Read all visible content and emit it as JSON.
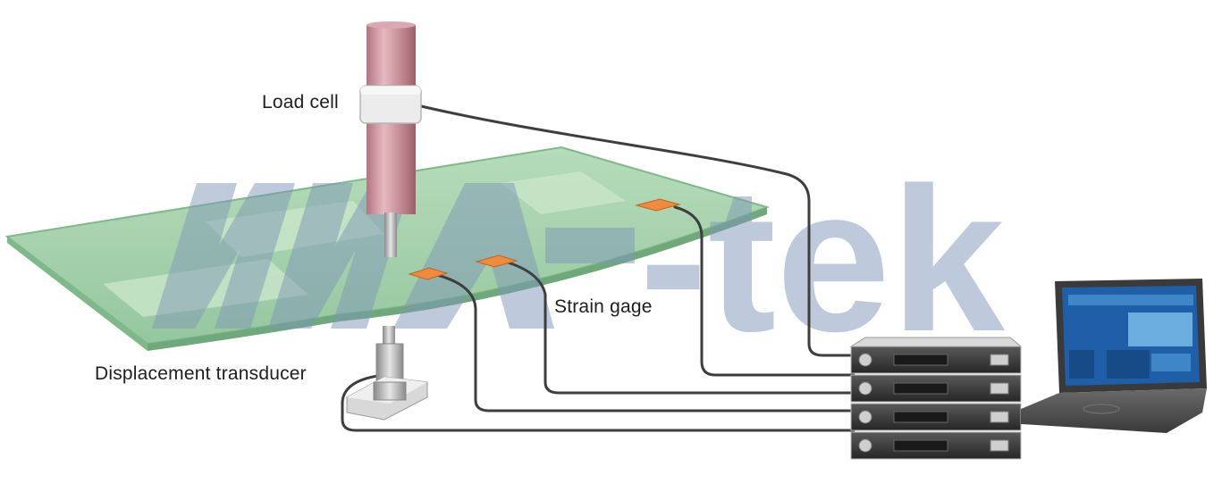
{
  "labels": {
    "load_cell": "Load cell",
    "strain_gage": "Strain gage",
    "displacement_transducer": "Displacement transducer"
  },
  "watermark": {
    "text": "-tek",
    "color": "#9fb3cc"
  },
  "colors": {
    "board": "#9fd0a8",
    "board_edge": "#7fb98a",
    "load_cell_body": "#c98c95",
    "strain_gage": "#f08a3c",
    "cable": "#3e3e3e",
    "laptop_screen": "#1f5fa8"
  },
  "icons": [
    "load-cell-icon",
    "strain-gage-icon",
    "displacement-transducer-icon",
    "data-logger-icon",
    "laptop-icon"
  ]
}
